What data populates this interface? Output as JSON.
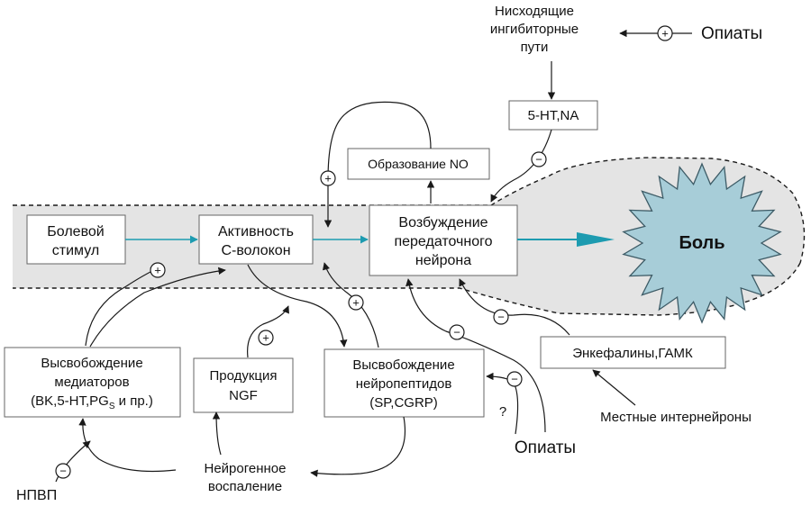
{
  "labels": {
    "descending_line1": "Нисходящие",
    "descending_line2": "ингибиторные",
    "descending_line3": "пути",
    "opioids_top": "Опиаты",
    "ht_na": "5-HT,NA",
    "no_formation": "Образование NO",
    "stimulus_line1": "Болевой",
    "stimulus_line2": "стимул",
    "cfiber_line1": "Активность",
    "cfiber_line2": "С-волокон",
    "neuron_line1": "Возбуждение",
    "neuron_line2": "передаточного",
    "neuron_line3": "нейрона",
    "pain": "Боль",
    "mediators_line1": "Высвобождение",
    "mediators_line2": "медиаторов",
    "mediators_line3_main": "(BK,5-HT,PG",
    "mediators_line3_sub": "S",
    "mediators_line3_end": " и  пр.)",
    "ngf_line1": "Продукция",
    "ngf_line2": "NGF",
    "neuropeptides_line1": "Высвобождение",
    "neuropeptides_line2": "нейропептидов",
    "neuropeptides_line3": "(SP,CGRP)",
    "enkephalins": "Энкефалины,ГАМК",
    "interneurons": "Местные интернейроны",
    "opioids_bottom": "Опиаты",
    "question": "?",
    "inflammation_line1": "Нейрогенное",
    "inflammation_line2": "воспаление",
    "nsaids": "НПВП"
  },
  "signs": {
    "plus": "+",
    "minus": "−"
  },
  "colors": {
    "line": "#1a1a1a",
    "nerve_fill": "#e4e4e4",
    "pain_fill": "#a7cdd8",
    "pain_stroke": "#3d5b66",
    "teal_arrow": "#1d9bb0",
    "box_stroke": "#666666"
  }
}
